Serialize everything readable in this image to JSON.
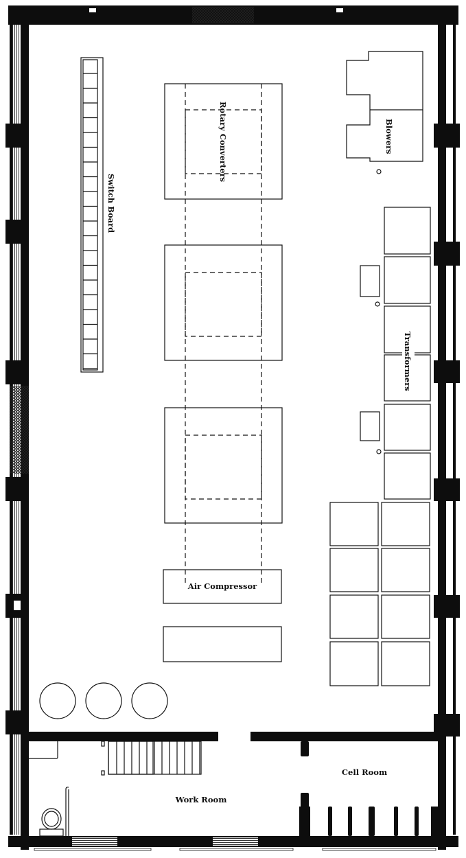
{
  "title": "Substation floor plan",
  "labels": {
    "switch_board": "Switch Board",
    "rotary_converters": "Rotary Converters",
    "blowers": "Blowers",
    "transformers": "Transformers",
    "air_compressor": "Air Compressor",
    "work_room": "Work Room",
    "cell_room": "Cell Room"
  },
  "colors": {
    "ink": "#0d0d0d",
    "paper": "#ffffff"
  }
}
